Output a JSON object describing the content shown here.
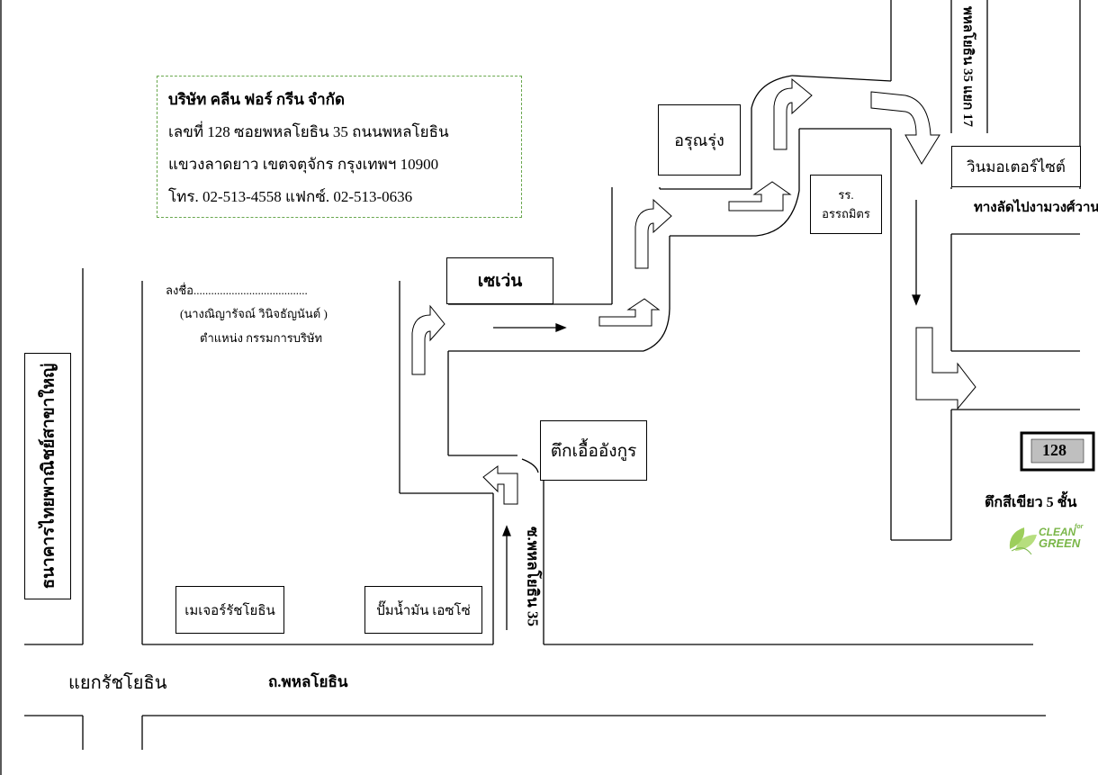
{
  "company": {
    "name": "บริษัท คลีน ฟอร์ กรีน จำกัด",
    "address1": "เลขที่ 128 ซอยพหลโยธิน 35  ถนนพหลโยธิน",
    "address2": "แขวงลาดยาว เขตจตุจักร กรุงเทพฯ 10900",
    "contact": "โทร. 02-513-4558 แฟกซ์. 02-513-0636"
  },
  "signature": {
    "line": "ลงชื่อ.......................................",
    "name": "(นางณิญารัจณ์  วินิจธัญนันต์ )",
    "position": "ตำแหน่ง กรรมการบริษัท"
  },
  "landmarks": {
    "seven": "เซเว่น",
    "arunrung": "อรุณรุ่ง",
    "school_line1": "รร.",
    "school_line2": "อรรถมิตร",
    "win_motor": "วินมอเตอร์ไซต์",
    "shortcut": "ทางลัดไปงามวงศ์วาน",
    "building_aua": "ตึกเอื้ออังกูร",
    "major": "เมเจอร์รัชโยธิน",
    "esso": "ปั๊มน้ำมัน เอซโซ่",
    "bank": "ธนาคารไทยพาณิชย์สาขาใหญ่",
    "number": "128",
    "green_building": "ตึกสีเขียว 5 ชั้น"
  },
  "roads": {
    "intersection": "แยกรัชโยธิน",
    "main_road": "ถ.พหลโยธิน",
    "soi35": "ซ.พหลโยธิน  35",
    "soi35_17": "พหลโยธิน 35 แยก 17"
  },
  "logo": {
    "line1": "CLEAN",
    "for": "for",
    "line2": "GREEN",
    "colors": {
      "leaf": "#8cc63f",
      "text": "#7ab648"
    }
  }
}
